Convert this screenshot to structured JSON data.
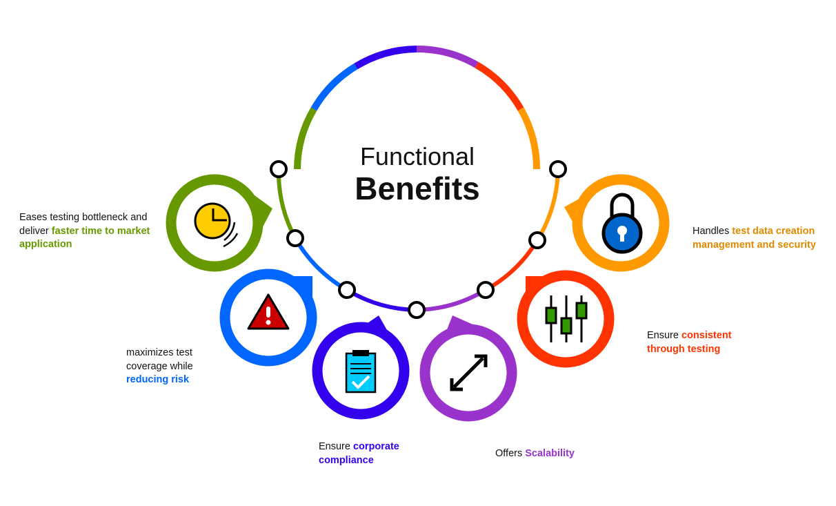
{
  "title": {
    "line1": "Functional",
    "line2": "Benefits"
  },
  "benefits": [
    {
      "id": "faster-time",
      "icon": "clock-icon",
      "color": "#669900",
      "text": "Eases testing bottleneck and deliver ",
      "highlight": "faster time to market application"
    },
    {
      "id": "reduce-risk",
      "icon": "warning-icon",
      "color": "#0066ff",
      "text": "maximizes test coverage while ",
      "highlight": "reducing risk"
    },
    {
      "id": "compliance",
      "icon": "clipboard-check-icon",
      "color": "#3300ee",
      "text": "Ensure ",
      "highlight": "corporate compliance"
    },
    {
      "id": "scalability",
      "icon": "expand-arrows-icon",
      "color": "#9933cc",
      "text": "Offers ",
      "highlight": "Scalability"
    },
    {
      "id": "consistent",
      "icon": "sliders-icon",
      "color": "#ff3300",
      "text": "Ensure ",
      "highlight": "consistent through testing"
    },
    {
      "id": "security",
      "icon": "lock-icon",
      "color": "#ff9900",
      "text": "Handles ",
      "highlight": "test data creation management and security"
    }
  ]
}
